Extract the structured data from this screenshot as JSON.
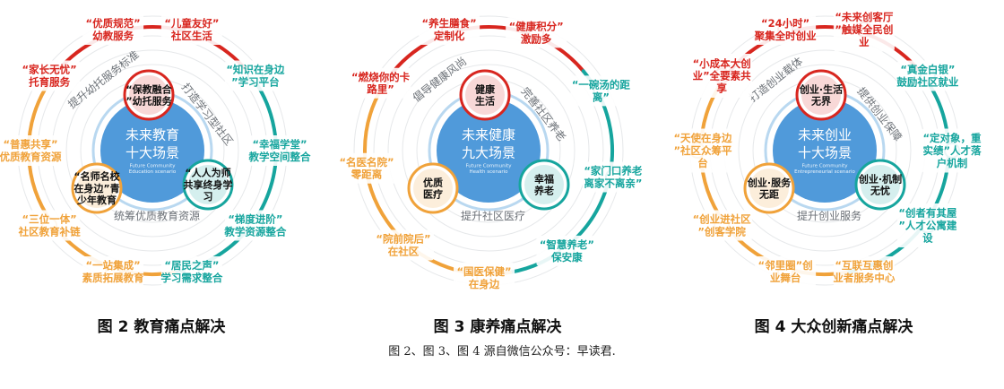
{
  "figures": [
    {
      "caption": "图 2  教育痛点解决",
      "center": {
        "line1": "未来教育",
        "line2": "十大场景",
        "sub1": "Future Community",
        "sub2": "Education scenario"
      },
      "hubs": [
        {
          "label": "“保教融合”幼托服务",
          "color": "#d8261f"
        },
        {
          "label": "“人人为师共享终身学习",
          "color": "#16a59e"
        },
        {
          "label": "“名师名校在身边”青少年教育",
          "color": "#f0a23a"
        }
      ],
      "arcs": [
        "提升幼托服务标准",
        "打造学习型社区",
        "统筹优质教育资源"
      ],
      "nodes": [
        {
          "label": "“优质规范”幼教服务",
          "color": "#d8261f"
        },
        {
          "label": "“儿童友好”社区生活",
          "color": "#d8261f"
        },
        {
          "label": "“知识在身边”学习平台",
          "color": "#16a59e"
        },
        {
          "label": "“幸福学堂”教学空间整合",
          "color": "#16a59e"
        },
        {
          "label": "“梯度进阶”教学资源整合",
          "color": "#16a59e"
        },
        {
          "label": "“居民之声”学习需求整合",
          "color": "#16a59e"
        },
        {
          "label": "“一站集成”素质拓展教育",
          "color": "#f0a23a"
        },
        {
          "label": "“三位一体”社区教育补链",
          "color": "#f0a23a"
        },
        {
          "label": "“普惠共享”优质教育资源",
          "color": "#f0a23a"
        },
        {
          "label": "“家长无忧”托育服务",
          "color": "#d8261f"
        }
      ]
    },
    {
      "caption": "图 3  康养痛点解决",
      "center": {
        "line1": "未来健康",
        "line2": "九大场景",
        "sub1": "Future Community",
        "sub2": "Health scenario"
      },
      "hubs": [
        {
          "label": "健康生活",
          "color": "#d8261f"
        },
        {
          "label": "幸福养老",
          "color": "#16a59e"
        },
        {
          "label": "优质医疗",
          "color": "#f0a23a"
        }
      ],
      "arcs": [
        "倡导健康风尚",
        "完善社区养老",
        "提升社区医疗"
      ],
      "nodes": [
        {
          "label": "“养生膳食”定制化",
          "color": "#d8261f"
        },
        {
          "label": "“健康积分”激励多",
          "color": "#d8261f"
        },
        {
          "label": "“一碗汤的距离”",
          "color": "#16a59e"
        },
        {
          "label": "“家门口养老离家不离亲”",
          "color": "#16a59e"
        },
        {
          "label": "“智慧养老”保安康",
          "color": "#16a59e"
        },
        {
          "label": "“国医保健”在身边",
          "color": "#f0a23a"
        },
        {
          "label": "“院前院后”在社区",
          "color": "#f0a23a"
        },
        {
          "label": "“名医名院”零距离",
          "color": "#f0a23a"
        },
        {
          "label": "“燃烧你的卡路里”",
          "color": "#d8261f"
        }
      ]
    },
    {
      "caption": "图 4  大众创新痛点解决",
      "center": {
        "line1": "未来创业",
        "line2": "十大场景",
        "sub1": "Future Community",
        "sub2": "Entrepreneurial scenario"
      },
      "hubs": [
        {
          "label": "创业·生活无界",
          "color": "#d8261f"
        },
        {
          "label": "创业·机制无忧",
          "color": "#16a59e"
        },
        {
          "label": "创业·服务无距",
          "color": "#f0a23a"
        }
      ],
      "arcs": [
        "打造创业载体",
        "提供创业保障",
        "提升创业服务"
      ],
      "nodes": [
        {
          "label": "“24小时”聚集全时创业",
          "color": "#d8261f"
        },
        {
          "label": "“未来创客厅”触媒全民创业",
          "color": "#d8261f"
        },
        {
          "label": "“真金白银”鼓励社区就业",
          "color": "#16a59e"
        },
        {
          "label": "“定对象，重实绩”人才落户机制",
          "color": "#16a59e"
        },
        {
          "label": "“创者有其屋”人才公寓建设",
          "color": "#16a59e"
        },
        {
          "label": "“互联互惠创业者服务中心",
          "color": "#f0a23a"
        },
        {
          "label": "“邻里圈”创业舞台",
          "color": "#f0a23a"
        },
        {
          "label": "“创业进社区”创客学院",
          "color": "#f0a23a"
        },
        {
          "label": "“天使在身边”社区众筹平台",
          "color": "#f0a23a"
        },
        {
          "label": "“小成本大创业”全要素共享",
          "color": "#d8261f"
        }
      ]
    }
  ],
  "source_note": "图 2、图 3、图 4 源自微信公众号：早读君."
}
